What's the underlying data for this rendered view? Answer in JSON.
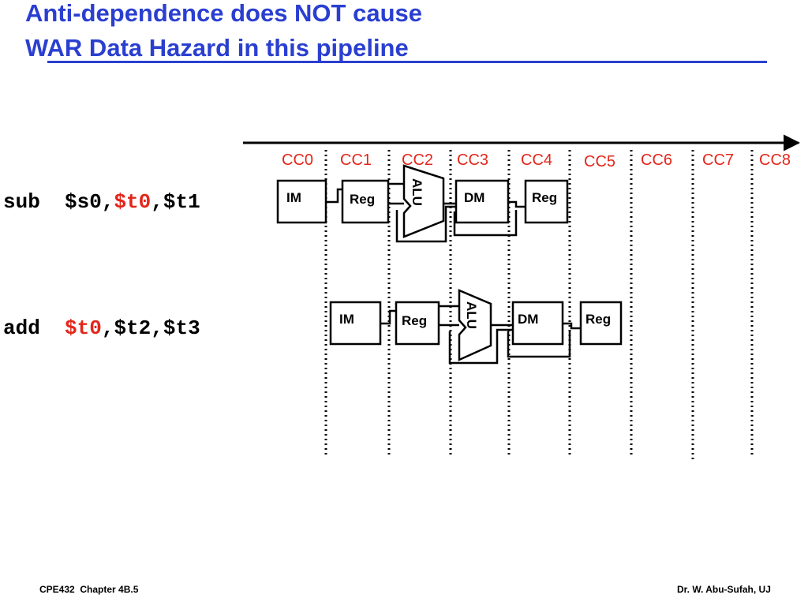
{
  "title": {
    "line1": "Anti-dependence does NOT cause",
    "line2": "WAR Data Hazard in this pipeline"
  },
  "clock_cycles": [
    "CC0",
    "CC1",
    "CC2",
    "CC3",
    "CC4",
    "CC5",
    "CC6",
    "CC7",
    "CC8"
  ],
  "instructions": [
    {
      "opcode": "sub",
      "operands": [
        {
          "text": "$s0",
          "highlight": false
        },
        {
          "text": "$t0",
          "highlight": true
        },
        {
          "text": "$t1",
          "highlight": false
        }
      ]
    },
    {
      "opcode": "add",
      "operands": [
        {
          "text": "$t0",
          "highlight": true
        },
        {
          "text": "$t2",
          "highlight": false
        },
        {
          "text": "$t3",
          "highlight": false
        }
      ]
    }
  ],
  "pipeline_stages": {
    "im": "IM",
    "reg": "Reg",
    "alu": "ALU",
    "dm": "DM",
    "wb": "Reg"
  },
  "footer": {
    "left": "CPE432  Chapter 4B.5",
    "right": "Dr. W. Abu-Sufah, UJ"
  },
  "colors": {
    "title": "#2a3fd0",
    "highlight": "#e3261b",
    "text": "#000000"
  }
}
